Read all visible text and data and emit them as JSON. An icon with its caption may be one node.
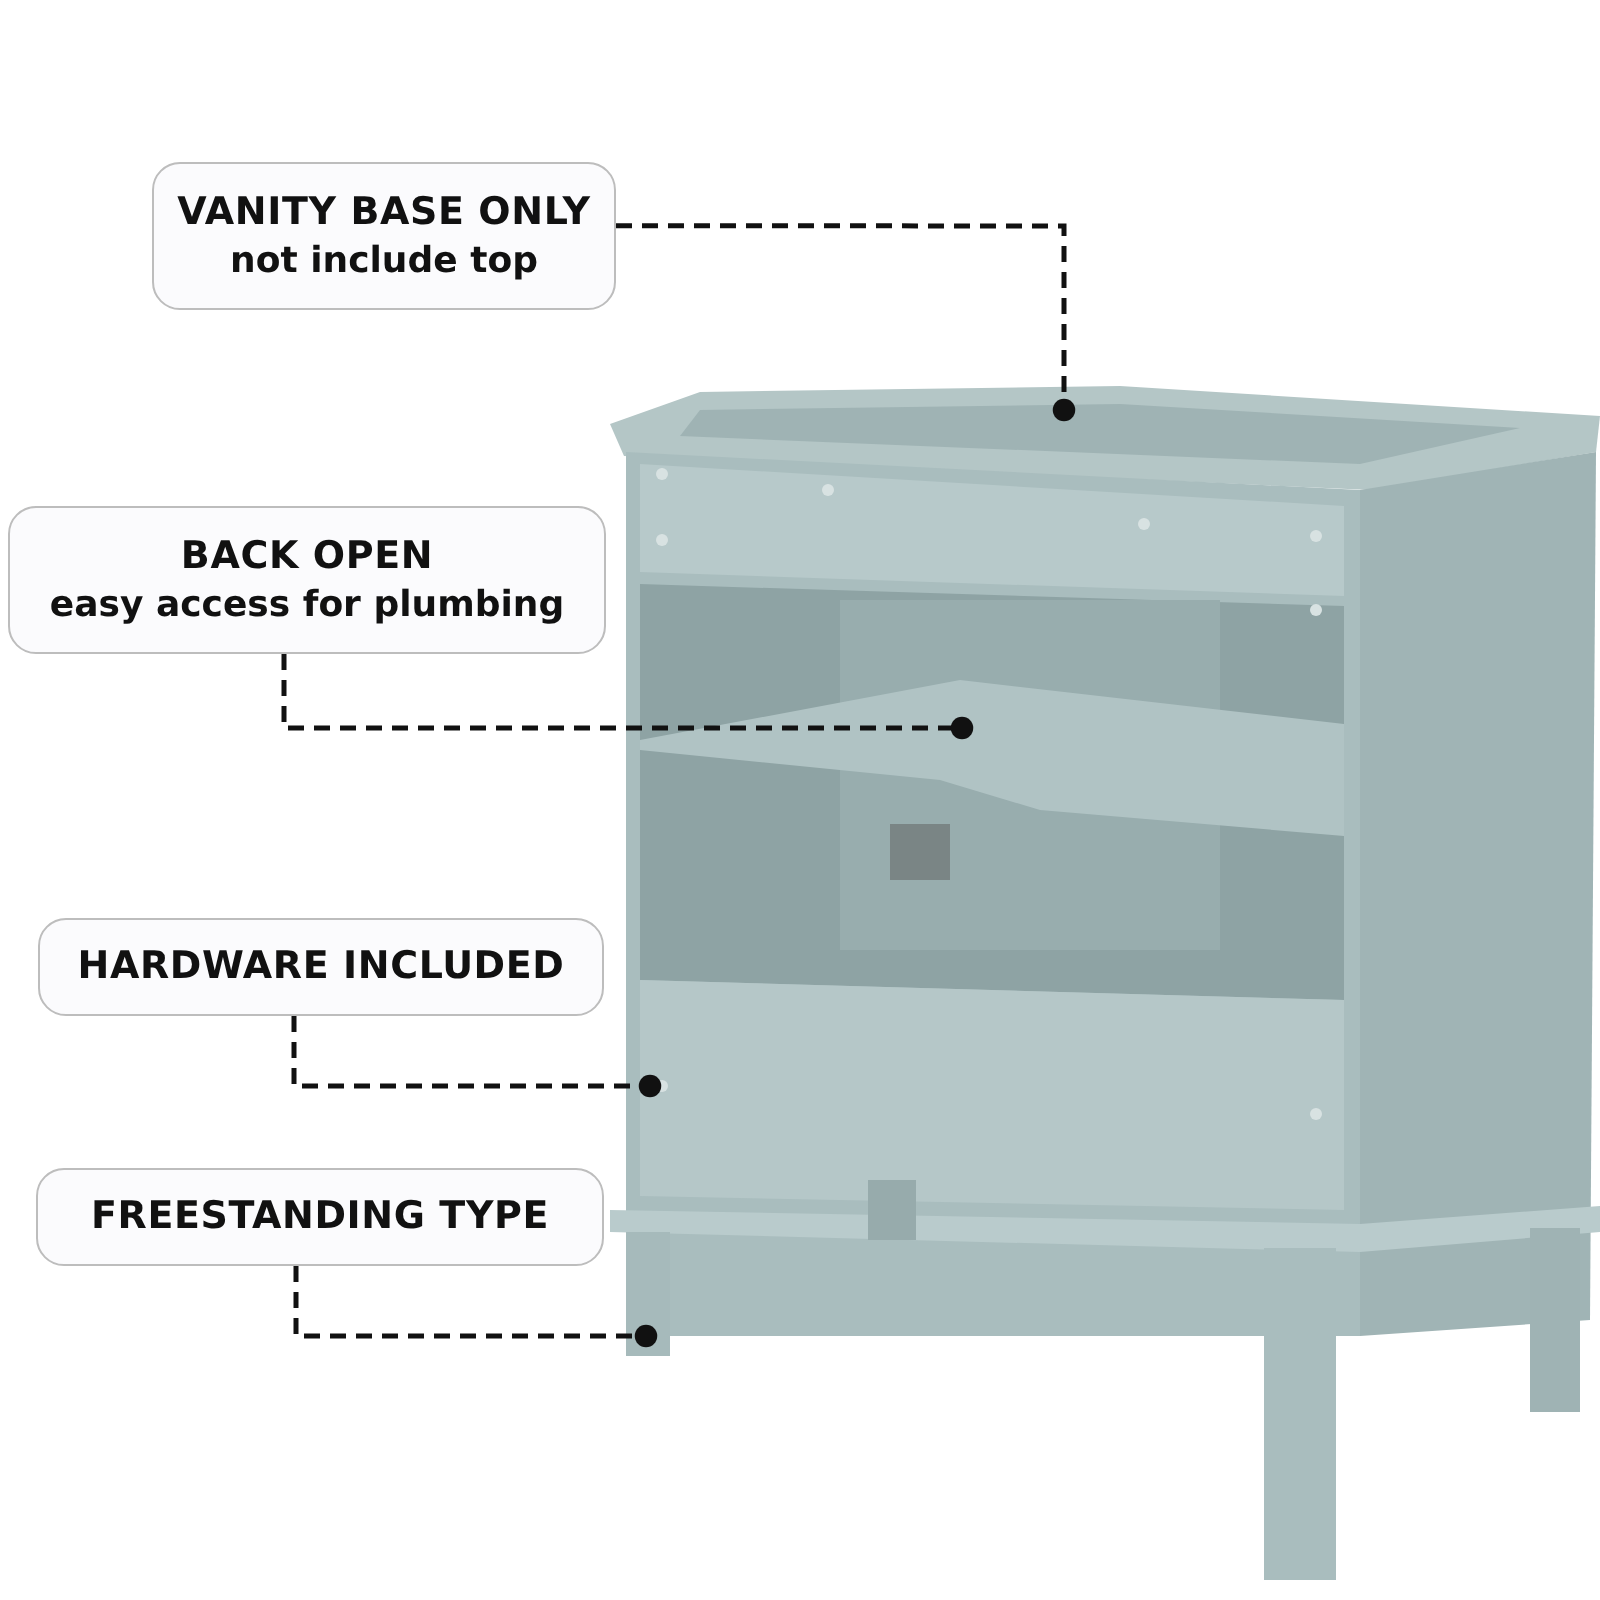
{
  "diagram": {
    "nodes": [
      {
        "text": [
          "VANITY BASE ONLY",
          "not include top"
        ]
      },
      {
        "text": [
          "BACK OPEN",
          "easy access for plumbing"
        ]
      },
      {
        "text": [
          "HARDWARE INCLUDED"
        ]
      },
      {
        "text": [
          "FREESTANDING TYPE"
        ]
      }
    ],
    "edges": [
      {
        "from": 0,
        "to": null,
        "arrow": "other",
        "style": "dashed"
      },
      {
        "from": 1,
        "to": null,
        "arrow": "other",
        "style": "dashed"
      },
      {
        "from": 2,
        "to": null,
        "arrow": "other",
        "style": "dashed"
      },
      {
        "from": 3,
        "to": null,
        "arrow": "other",
        "style": "dashed"
      }
    ]
  }
}
